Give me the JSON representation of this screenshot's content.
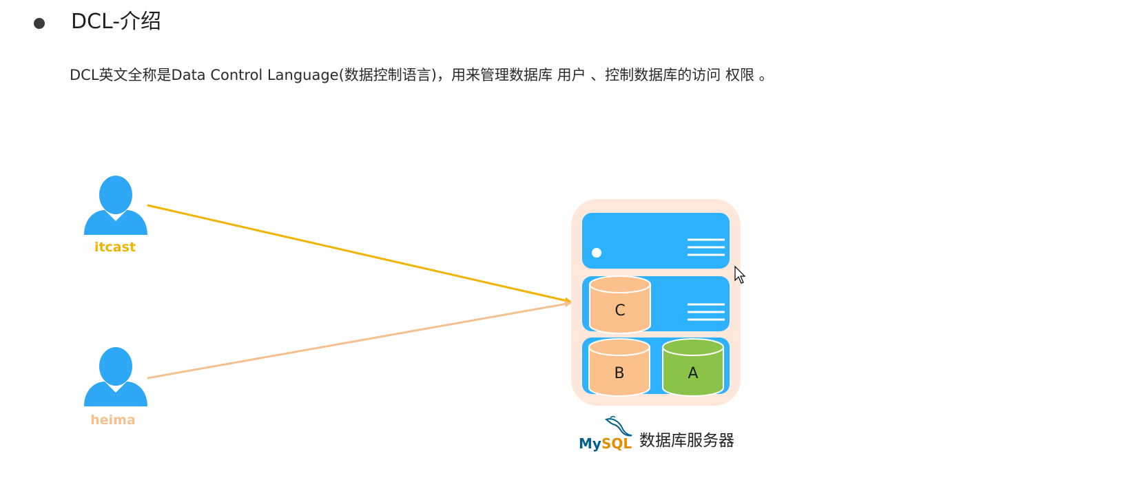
{
  "heading": "DCL-介绍",
  "intro": "DCL英文全称是Data Control Language(数据控制语言)，用来管理数据库 用户 、控制数据库的访问 权限 。",
  "users": [
    {
      "label": "itcast",
      "icon": "user-icon",
      "color": "#f0b400"
    },
    {
      "label": "heima",
      "icon": "user-icon",
      "color": "#f6c08e"
    }
  ],
  "server": {
    "caption": "数据库服务器",
    "logo_text_my": "My",
    "logo_text_sql": "SQL",
    "databases": [
      "C",
      "B",
      "A"
    ]
  },
  "colors": {
    "user_icon": "#2ea8f4",
    "server_rack": "#2eb2fd",
    "server_background": "#fde8db",
    "db_orange": "#fbc08c",
    "db_green": "#8bc34a",
    "arrow_itcast": "#f0b400",
    "arrow_heima": "#f6c08e"
  }
}
